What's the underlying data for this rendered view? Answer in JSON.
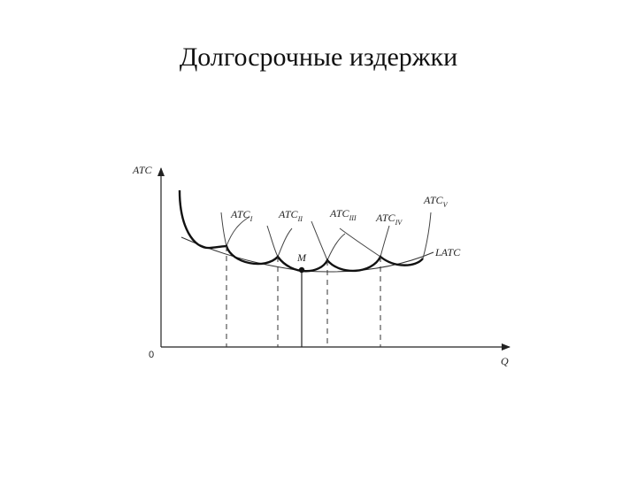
{
  "title": "Долгосрочные издержки",
  "diagram": {
    "y_axis_label": "ATC",
    "x_axis_label": "Q",
    "origin_label": "0",
    "point_label": "M",
    "envelope_label": "LATC",
    "curves": [
      {
        "main": "ATC",
        "sub": "I"
      },
      {
        "main": "ATC",
        "sub": "II"
      },
      {
        "main": "ATC",
        "sub": "III"
      },
      {
        "main": "ATC",
        "sub": "IV"
      },
      {
        "main": "ATC",
        "sub": "V"
      }
    ]
  }
}
